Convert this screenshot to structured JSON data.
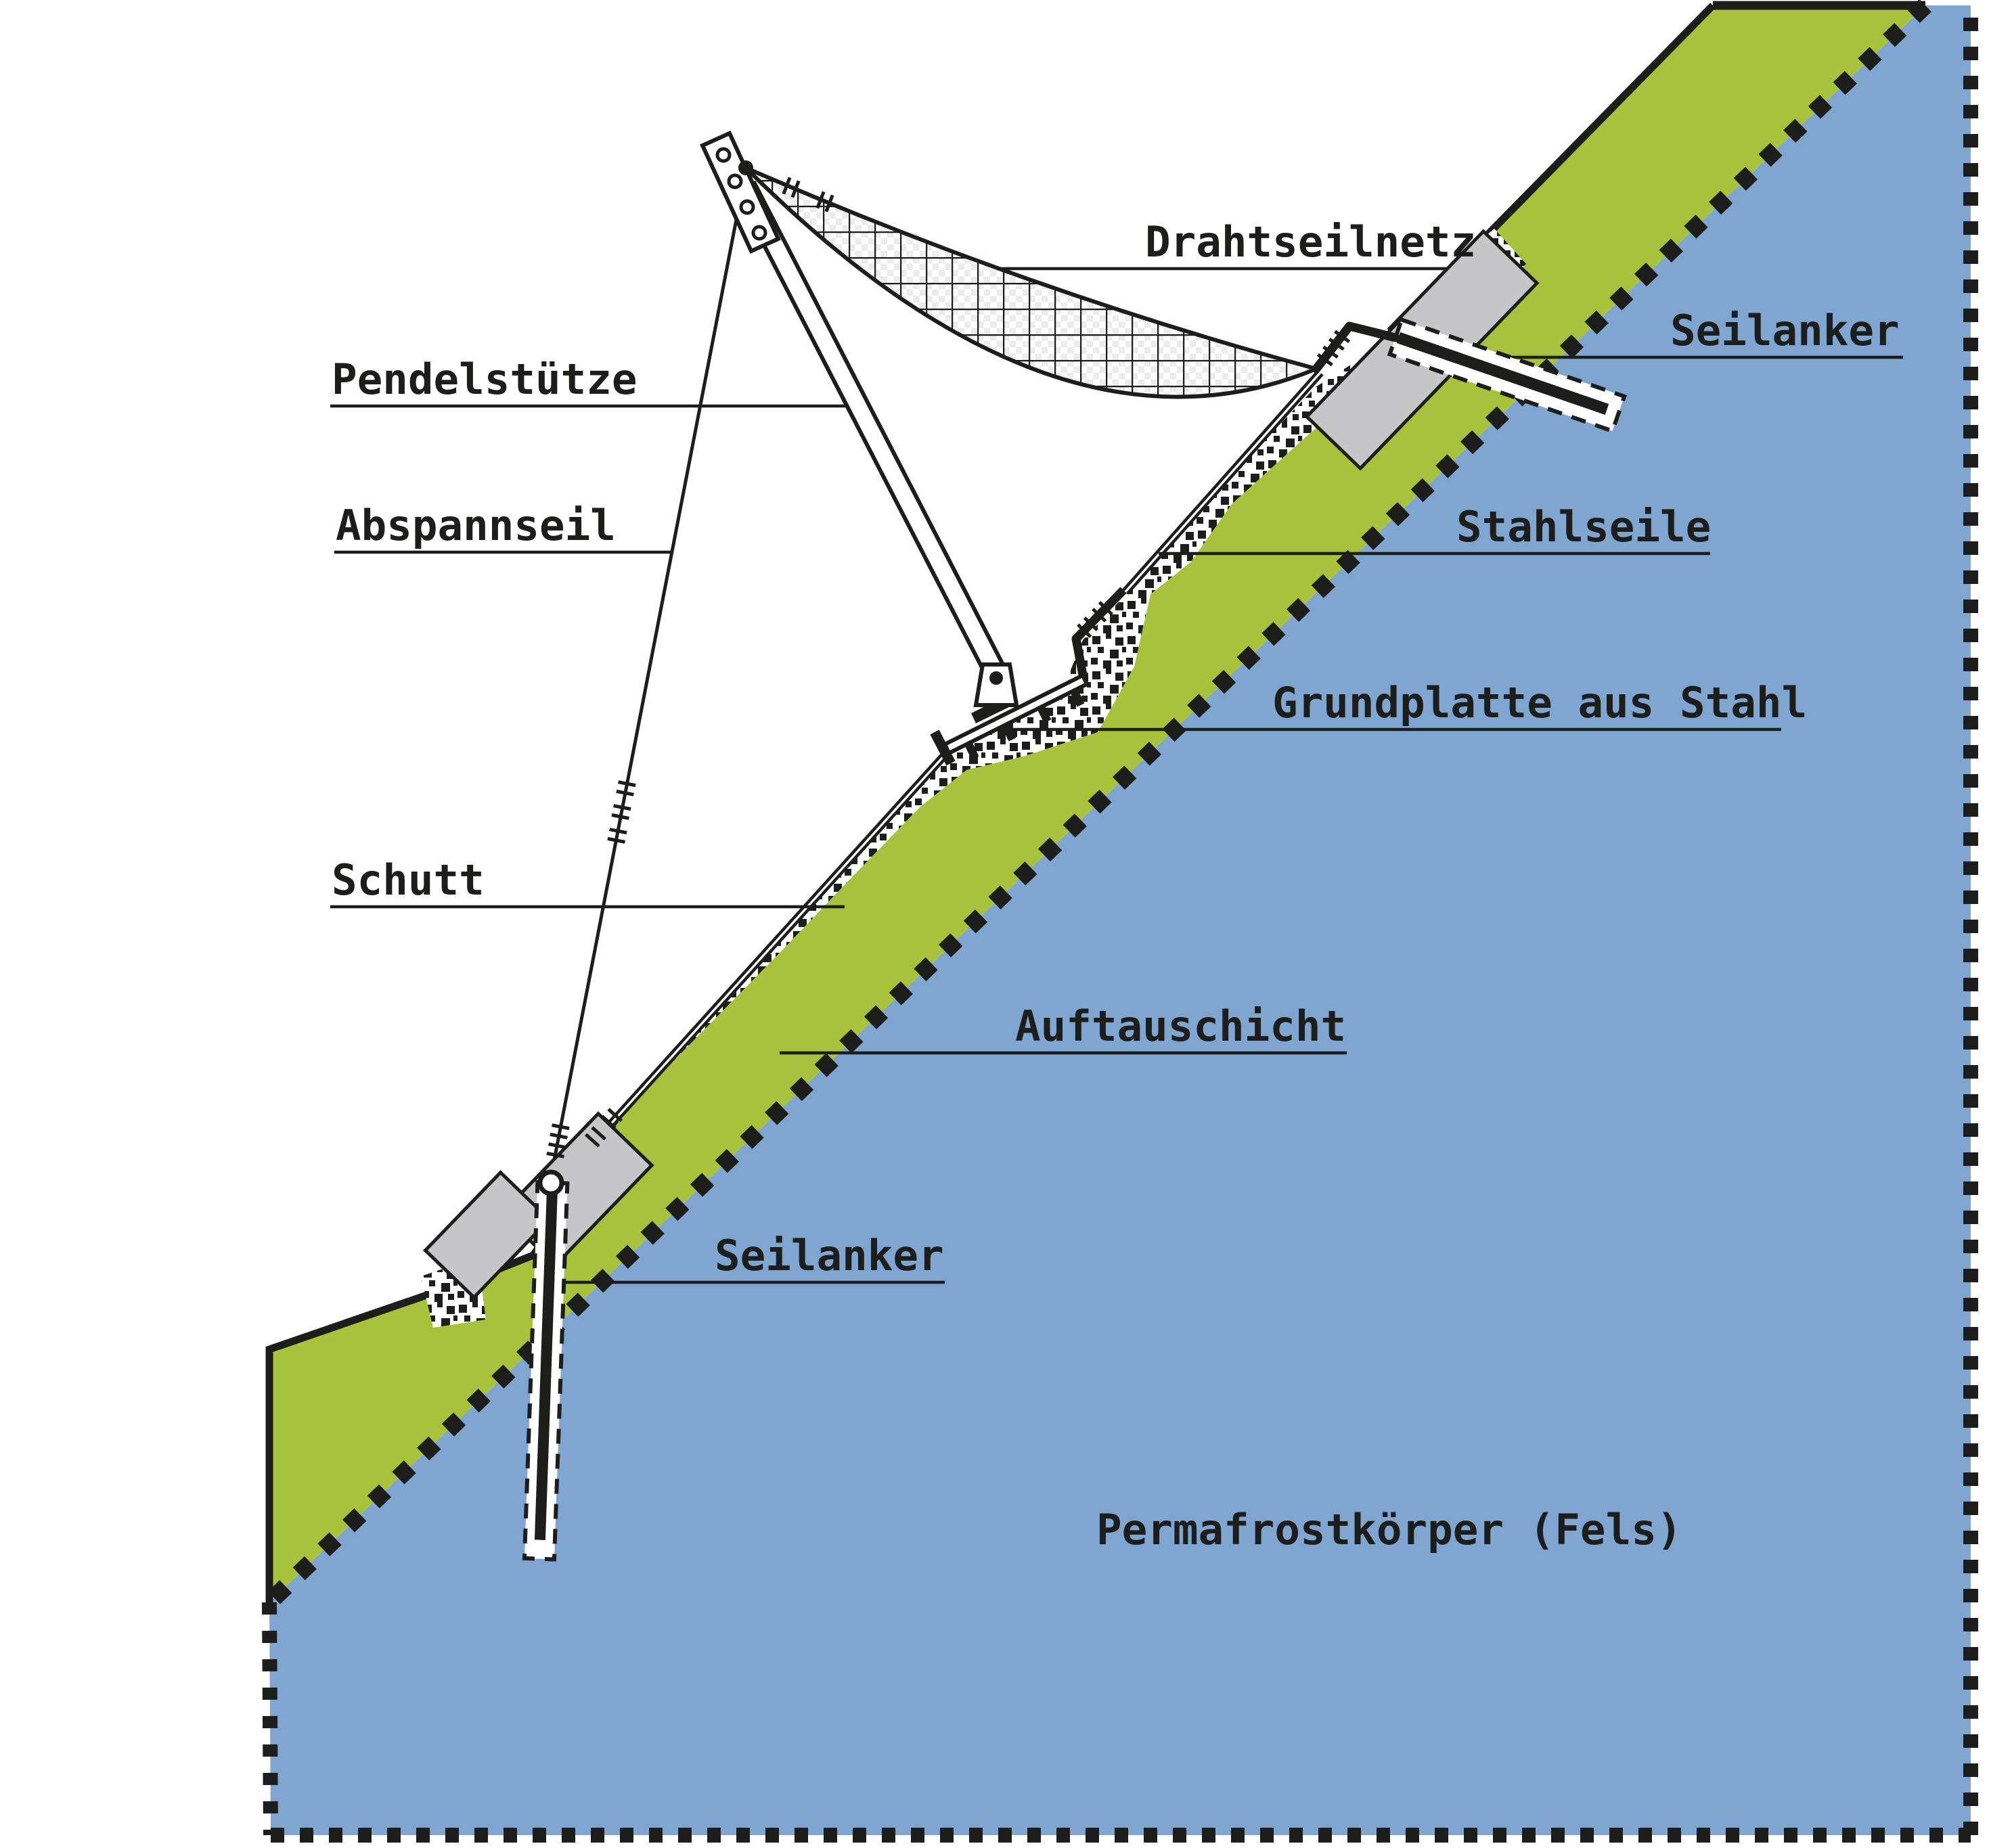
{
  "labels": {
    "drahtseilnetz": "Drahtseilnetz",
    "seilanker_top": "Seilanker",
    "pendelstuetze": "Pendelstütze",
    "abspannseil": "Abspannseil",
    "stahlseile": "Stahlseile",
    "grundplatte": "Grundplatte aus Stahl",
    "schutt": "Schutt",
    "auftauschicht": "Auftauschicht",
    "seilanker_bottom": "Seilanker",
    "permafrost": "Permafrostkörper (Fels)"
  },
  "colors": {
    "thaw_layer_green": "#a9c23c",
    "permafrost_blue": "#7fa6d0",
    "steel_grey": "#c6c6c8",
    "line_black": "#1d1d1b",
    "background": "#ffffff"
  }
}
